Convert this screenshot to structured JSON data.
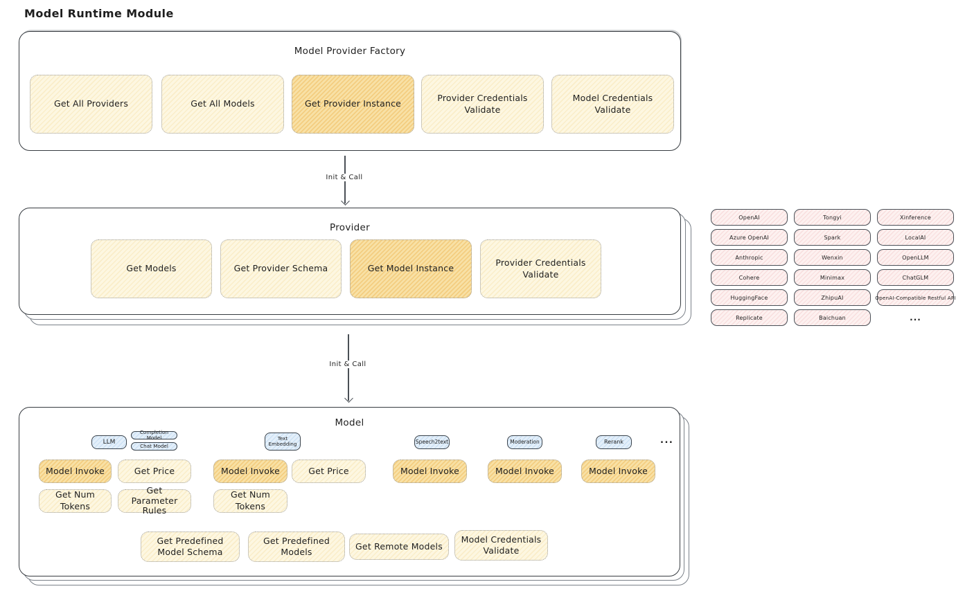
{
  "page": {
    "title": "Model Runtime Module"
  },
  "connectors": {
    "factory_to_provider": "Init & Call",
    "provider_to_model": "Init & Call"
  },
  "factory": {
    "title": "Model Provider Factory",
    "buttons": [
      {
        "label": "Get All Providers",
        "highlight": false
      },
      {
        "label": "Get All Models",
        "highlight": false
      },
      {
        "label": "Get Provider Instance",
        "highlight": true
      },
      {
        "label": "Provider Credentials Validate",
        "highlight": false
      },
      {
        "label": "Model Credentials Validate",
        "highlight": false
      }
    ]
  },
  "provider": {
    "title": "Provider",
    "buttons": [
      {
        "label": "Get Models",
        "highlight": false
      },
      {
        "label": "Get Provider Schema",
        "highlight": false
      },
      {
        "label": "Get Model Instance",
        "highlight": true
      },
      {
        "label": "Provider Credentials Validate",
        "highlight": false
      }
    ]
  },
  "provider_list": {
    "items": [
      "OpenAI",
      "Tongyi",
      "Xinference",
      "Azure OpenAI",
      "Spark",
      "LocalAI",
      "Anthropic",
      "Wenxin",
      "OpenLLM",
      "Cohere",
      "Minimax",
      "ChatGLM",
      "HuggingFace",
      "ZhipuAI",
      "OpenAI-Compatible Restful API",
      "Replicate",
      "Baichuan"
    ],
    "ellipsis": "..."
  },
  "model": {
    "title": "Model",
    "types": {
      "llm": "LLM",
      "completion_model": "Completion Model",
      "chat_model": "Chat Model",
      "text_embedding": "Text Embedding",
      "speech2text": "Speech2text",
      "moderation": "Moderation",
      "rerank": "Rerank",
      "ellipsis": "..."
    },
    "llm_buttons": [
      {
        "label": "Model Invoke",
        "highlight": true
      },
      {
        "label": "Get Price",
        "highlight": false
      },
      {
        "label": "Get Num Tokens",
        "highlight": false
      },
      {
        "label": "Get Parameter Rules",
        "highlight": false
      }
    ],
    "text_embedding_buttons": [
      {
        "label": "Model Invoke",
        "highlight": true
      },
      {
        "label": "Get Price",
        "highlight": false
      },
      {
        "label": "Get Num Tokens",
        "highlight": false
      }
    ],
    "speech2text_buttons": [
      {
        "label": "Model Invoke",
        "highlight": true
      }
    ],
    "moderation_buttons": [
      {
        "label": "Model Invoke",
        "highlight": true
      }
    ],
    "rerank_buttons": [
      {
        "label": "Model Invoke",
        "highlight": true
      }
    ],
    "shared_buttons": [
      {
        "label": "Get Predefined Model Schema",
        "highlight": false
      },
      {
        "label": "Get Predefined Models",
        "highlight": false
      },
      {
        "label": "Get Remote Models",
        "highlight": false
      },
      {
        "label": "Model Credentials Validate",
        "highlight": false
      }
    ]
  }
}
